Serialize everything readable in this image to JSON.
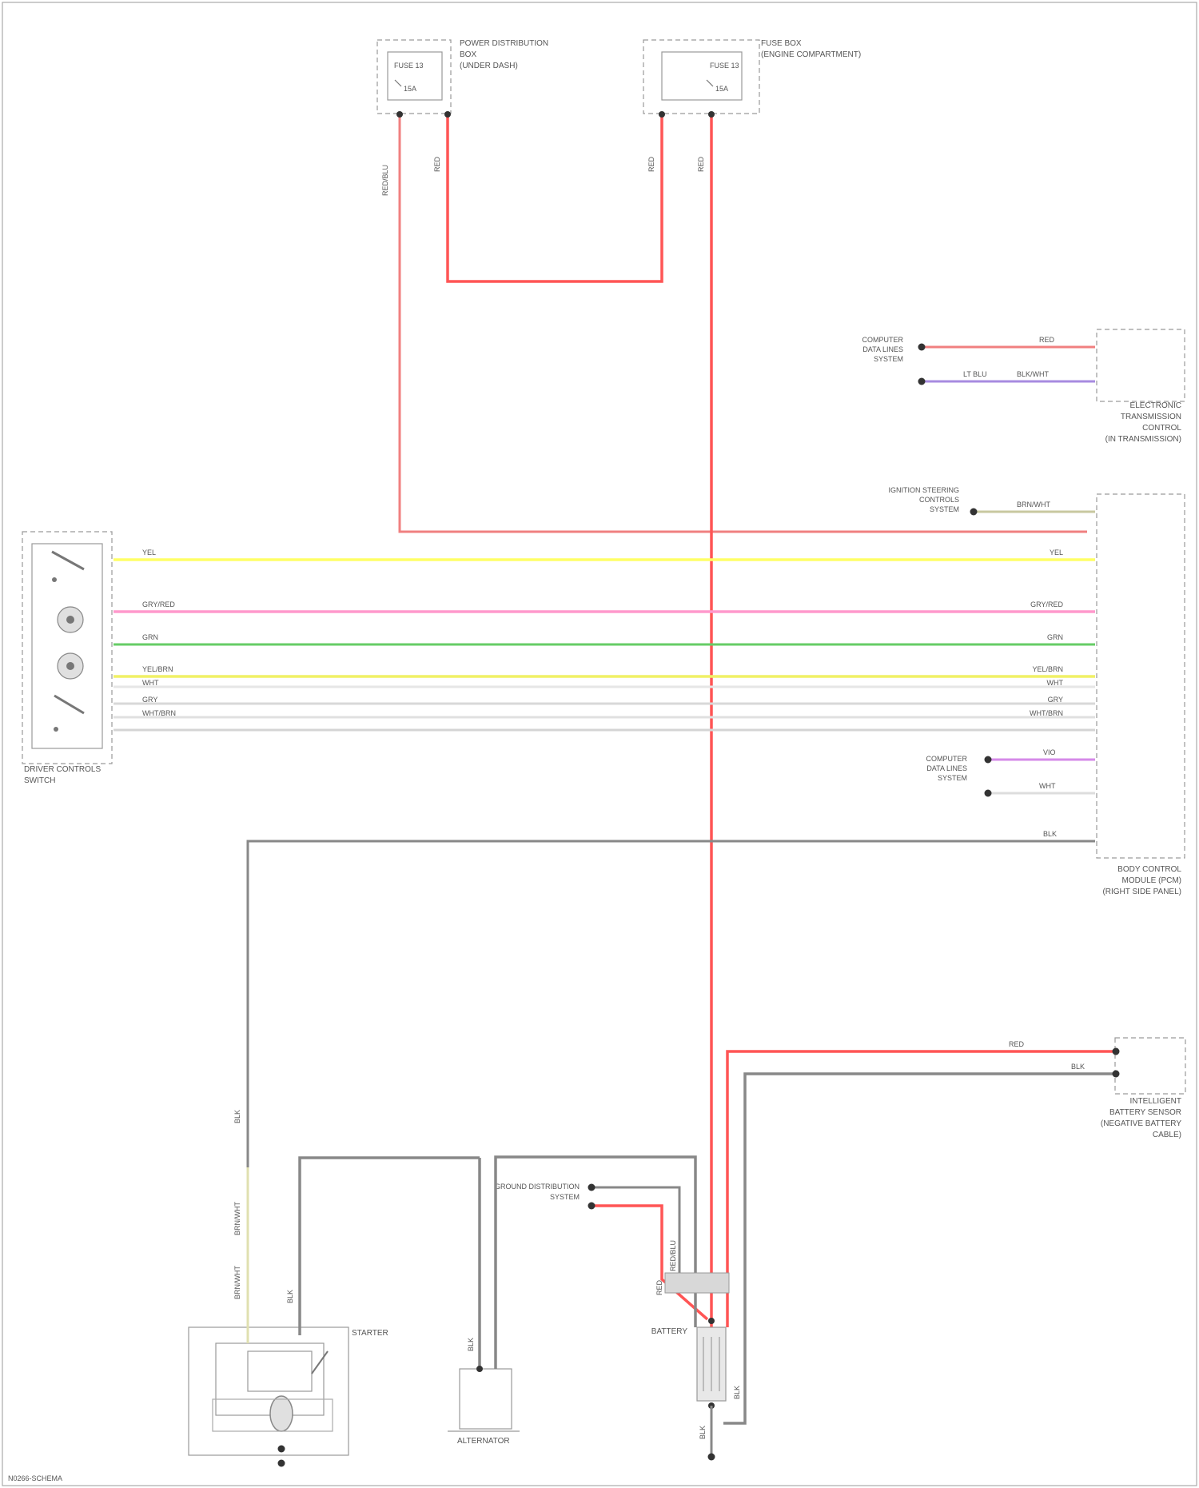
{
  "components": {
    "fuse_left": {
      "code": "FUSE 13",
      "rating": "15A",
      "title_lines": [
        "POWER DISTRIBUTION",
        "BOX",
        "(UNDER DASH)"
      ]
    },
    "fuse_right": {
      "code": "FUSE 13",
      "rating": "15A",
      "title_lines": [
        "FUSE BOX",
        "(ENGINE COMPARTMENT)"
      ]
    },
    "trans_module": {
      "title_lines": [
        "ELECTRONIC",
        "TRANSMISSION",
        "CONTROL",
        "(IN TRANSMISSION)"
      ]
    },
    "trans_ref": {
      "title_lines": [
        "COMPUTER",
        "DATA LINES",
        "SYSTEM"
      ]
    },
    "ign_ref": {
      "title_lines": [
        "IGNITION STEERING",
        "CONTROLS",
        "SYSTEM"
      ]
    },
    "comm_switch": {
      "title_lines": [
        "DRIVER CONTROLS",
        "SWITCH"
      ]
    },
    "bcm": {
      "title_lines": [
        "BODY CONTROL",
        "MODULE (PCM)",
        "(RIGHT SIDE PANEL)"
      ]
    },
    "data_ref": {
      "title_lines": [
        "COMPUTER",
        "DATA LINES",
        "SYSTEM"
      ]
    },
    "battery_sensor": {
      "title_lines": [
        "INTELLIGENT",
        "BATTERY SENSOR",
        "(NEGATIVE BATTERY",
        "CABLE)"
      ]
    },
    "ground_ref": {
      "title_lines": [
        "GROUND DISTRIBUTION",
        "SYSTEM"
      ]
    },
    "starter": {
      "title": "STARTER"
    },
    "alternator": {
      "title": "ALTERNATOR"
    },
    "battery": {
      "title": "BATTERY"
    }
  },
  "wires": {
    "fuse_left_a": "RED/BLU",
    "fuse_left_b": "RED",
    "fuse_right_a": "RED",
    "fuse_right_b": "RED",
    "trans_1": "RED",
    "trans_2": "LT BLU",
    "trans_2b": "BLK/WHT",
    "ign": "BRN/WHT",
    "bus": [
      {
        "left": "YEL",
        "right": "YEL"
      },
      {
        "left": "GRY/RED",
        "right": "GRY/RED"
      },
      {
        "left": "GRN",
        "right": "GRN"
      },
      {
        "left": "YEL/BRN",
        "right": "YEL/BRN"
      },
      {
        "left": "WHT",
        "right": "WHT"
      },
      {
        "left": "GRY",
        "right": "GRY"
      },
      {
        "left": "WHT/BRN",
        "right": "WHT/BRN"
      }
    ],
    "data_1": "VIO",
    "data_2": "WHT",
    "bcm_bottom": "BLK",
    "sensor_1": "RED",
    "sensor_2": "BLK",
    "ground_left": "BLK",
    "ground_vert_1": "BRN/WHT",
    "ground_vert_2": "BRN/WHT",
    "starter_1": "BLK",
    "alt_1": "BLK",
    "batt_1": "RED/BLU",
    "batt_2": "RED",
    "batt_neg": "BLK",
    "batt_gnd": "BLK"
  },
  "footer": "N0266-SCHEMA"
}
